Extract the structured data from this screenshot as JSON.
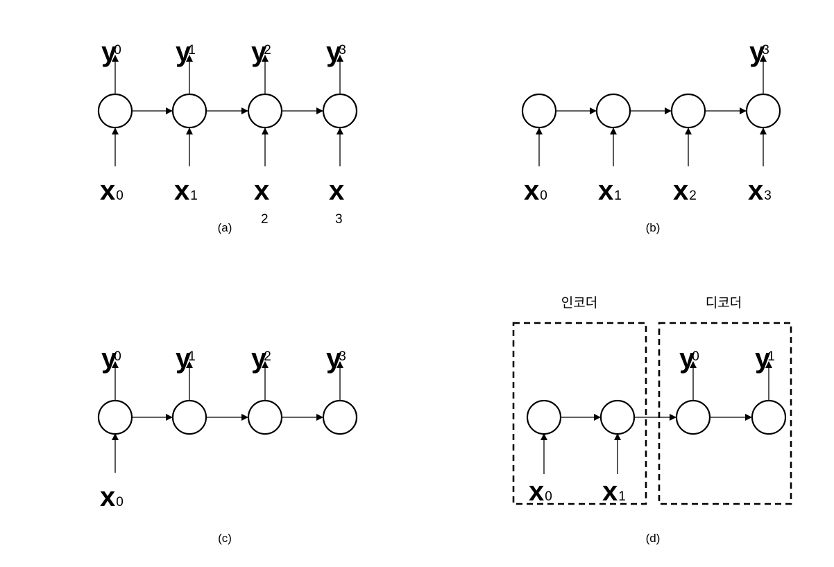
{
  "panels": {
    "a": {
      "caption": "(a)",
      "outputs": [
        {
          "var": "y",
          "sub": "0"
        },
        {
          "var": "y",
          "sub": "1"
        },
        {
          "var": "y",
          "sub": "2"
        },
        {
          "var": "y",
          "sub": "3"
        }
      ],
      "inputs": [
        {
          "var": "x",
          "sub": "0"
        },
        {
          "var": "x",
          "sub": "1"
        },
        {
          "var": "x",
          "sub": "2"
        },
        {
          "var": "x",
          "sub": "3"
        }
      ]
    },
    "b": {
      "caption": "(b)",
      "outputs": [
        {
          "var": "y",
          "sub": "3"
        }
      ],
      "inputs": [
        {
          "var": "x",
          "sub": "0"
        },
        {
          "var": "x",
          "sub": "1"
        },
        {
          "var": "x",
          "sub": "2"
        },
        {
          "var": "x",
          "sub": "3"
        }
      ]
    },
    "c": {
      "caption": "(c)",
      "outputs": [
        {
          "var": "y",
          "sub": "0"
        },
        {
          "var": "y",
          "sub": "1"
        },
        {
          "var": "y",
          "sub": "2"
        },
        {
          "var": "y",
          "sub": "3"
        }
      ],
      "inputs": [
        {
          "var": "x",
          "sub": "0"
        }
      ]
    },
    "d": {
      "caption": "(d)",
      "encoder_label": "인코더",
      "decoder_label": "디코더",
      "outputs": [
        {
          "var": "y",
          "sub": "0"
        },
        {
          "var": "y",
          "sub": "1"
        }
      ],
      "inputs": [
        {
          "var": "x",
          "sub": "0"
        },
        {
          "var": "x",
          "sub": "1"
        }
      ]
    }
  }
}
